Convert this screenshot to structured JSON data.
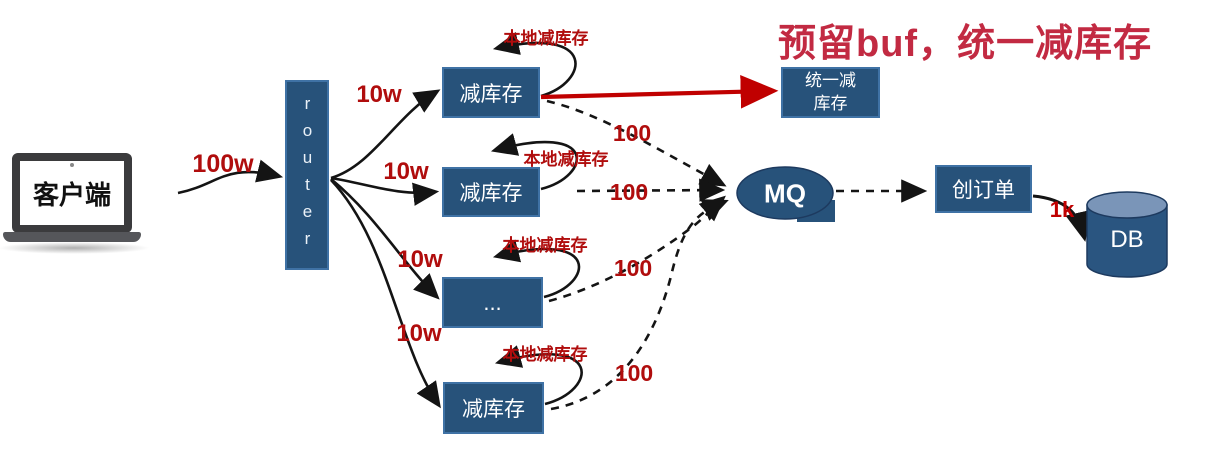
{
  "title": "预留buf，统一减库存",
  "client": {
    "label": "客户端"
  },
  "router": {
    "label": "router"
  },
  "boxes": {
    "reduce1": "减库存",
    "reduce2": "减库存",
    "reduce3": "...",
    "reduce4": "减库存",
    "unified_line1": "统一减",
    "unified_line2": "库存",
    "mq": "MQ",
    "create_order": "创订单",
    "db": "DB"
  },
  "labels": {
    "client_to_router": "100w",
    "ten_w": [
      "10w",
      "10w",
      "10w",
      "10w"
    ],
    "local_reduce": [
      "本地减库存",
      "本地减库存",
      "本地减库存",
      "本地减库存"
    ],
    "hundred": [
      "100",
      "100",
      "100",
      "100"
    ],
    "order_to_db": "1k"
  },
  "colors": {
    "node_fill": "#27527a",
    "node_border": "#3f72a5",
    "db_top": "#7a95b8",
    "label_red": "#b00d0d",
    "title_red": "#c22a42",
    "arrow_red": "#c00000",
    "wire_black": "#141414"
  }
}
